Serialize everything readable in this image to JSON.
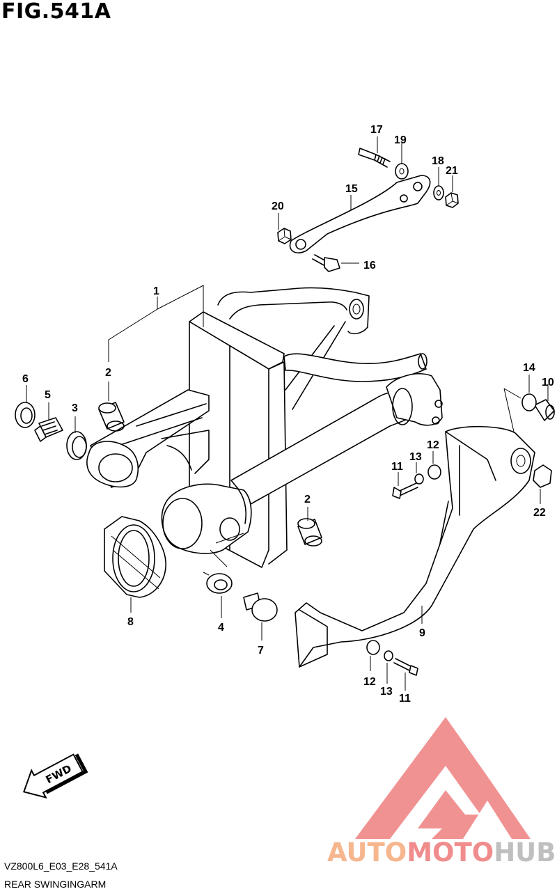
{
  "figure": {
    "title": "FIG.541A",
    "code": "VZ800L6_E03_E28_541A",
    "caption": "REAR SWINGINGARM"
  },
  "callouts": [
    "1",
    "2",
    "2",
    "3",
    "4",
    "5",
    "6",
    "7",
    "8",
    "9",
    "10",
    "11",
    "11",
    "12",
    "12",
    "13",
    "13",
    "14",
    "15",
    "16",
    "17",
    "18",
    "19",
    "20",
    "21",
    "22"
  ],
  "fwd_arrow": "FWD",
  "watermark": {
    "parts": [
      "AUTO",
      "MOTO",
      "HUB"
    ],
    "colors": {
      "auto": "#f6b68e",
      "moto": "#f08c8c",
      "hub": "#bfbfbf",
      "logo": "#ef8080"
    }
  }
}
